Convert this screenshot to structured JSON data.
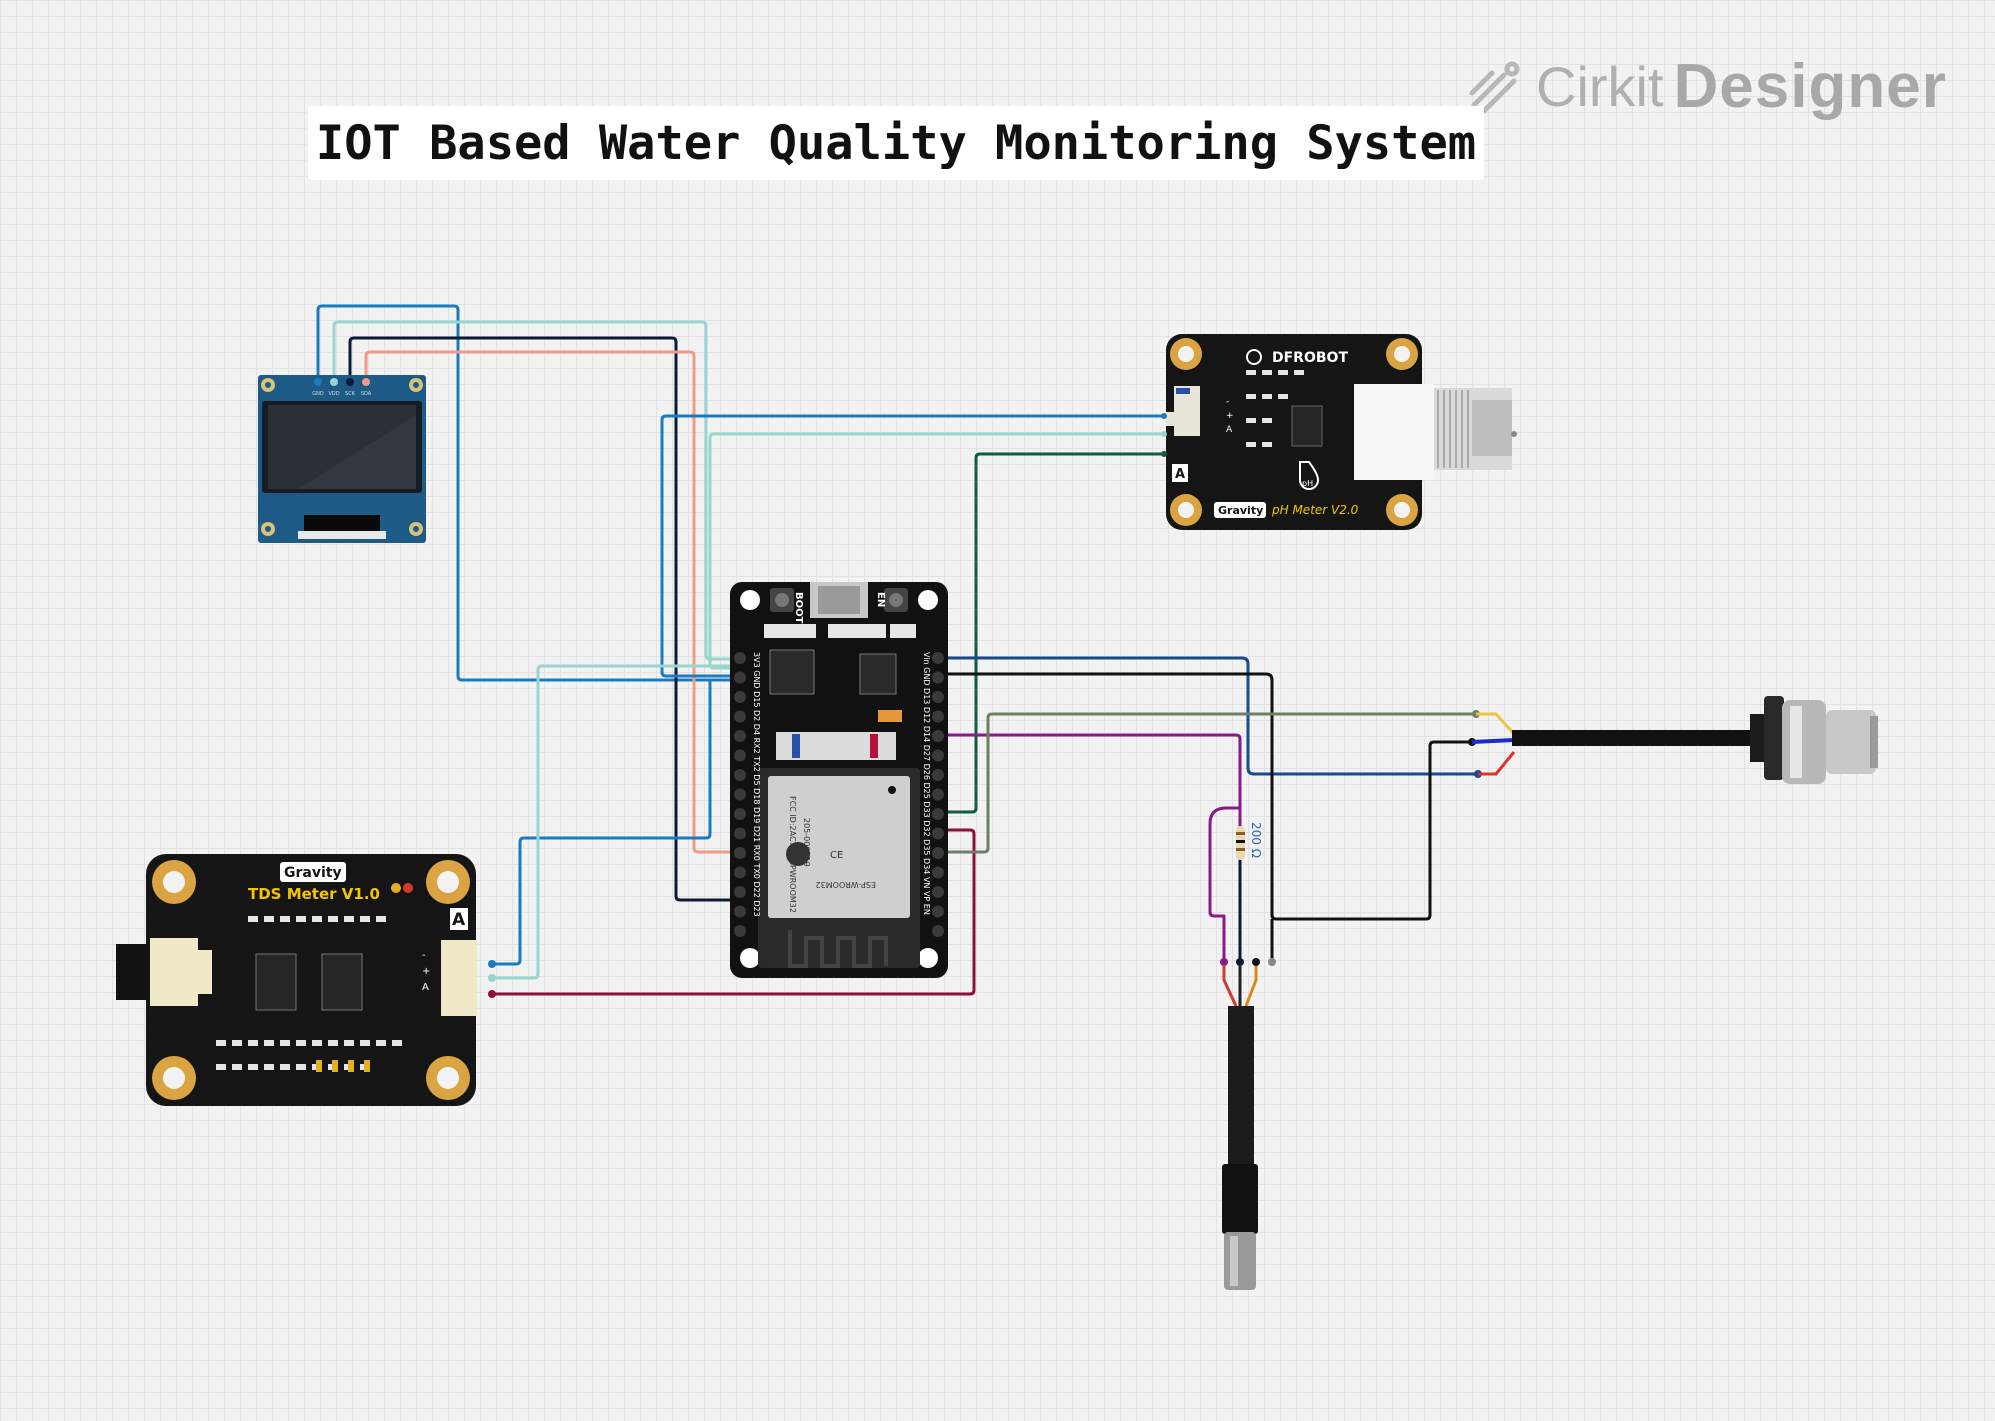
{
  "title": "IOT Based Water Quality Monitoring System",
  "brand": {
    "name_part1": "Cirkit",
    "name_part2": "Designer"
  },
  "oled": {
    "pins": [
      "GND",
      "VDD",
      "SCK",
      "SDA"
    ]
  },
  "ph_meter": {
    "maker": "DFROBOT",
    "series": "Gravity",
    "label": "pH Meter V2.0",
    "marker": "A",
    "pins": [
      "-",
      "+",
      "A"
    ],
    "icon_text": "pH"
  },
  "tds_meter": {
    "series": "Gravity",
    "label": "TDS Meter V1.0",
    "marker": "A",
    "pins": [
      "-",
      "+",
      "A"
    ]
  },
  "esp32": {
    "button_boot": "BOOT",
    "button_en": "EN",
    "left_pins": [
      "3V3",
      "GND",
      "D15",
      "D2",
      "D4",
      "RX2",
      "TX2",
      "D5",
      "D18",
      "D19",
      "D21",
      "RX0",
      "TX0",
      "D22",
      "D23"
    ],
    "right_pins": [
      "Vin",
      "GND",
      "D13",
      "D12",
      "D14",
      "D27",
      "D26",
      "D25",
      "D33",
      "D32",
      "D35",
      "D34",
      "VN",
      "VP",
      "EN"
    ],
    "module_name": "ESP-WROOM32",
    "module_fcc": "FCC ID:2AC7Z-ESPWROOM32",
    "module_cert": "205-000519"
  },
  "resistor": {
    "label": "200 Ω"
  },
  "colors": {
    "wire_blue": "#1b7bbf",
    "wire_lightcyan": "#9ad4cf",
    "wire_navy": "#0b1a3a",
    "wire_salmon": "#f09a87",
    "wire_green": "#0d5c3a",
    "wire_purple": "#8a1a8a",
    "wire_maroon": "#8c1036",
    "wire_olive": "#6b8065",
    "wire_black": "#111111",
    "wire_darkblue": "#1a4a8a",
    "board_black": "#111111",
    "oled_blue": "#1d5a86",
    "gravity_yellow": "#f5c500"
  }
}
